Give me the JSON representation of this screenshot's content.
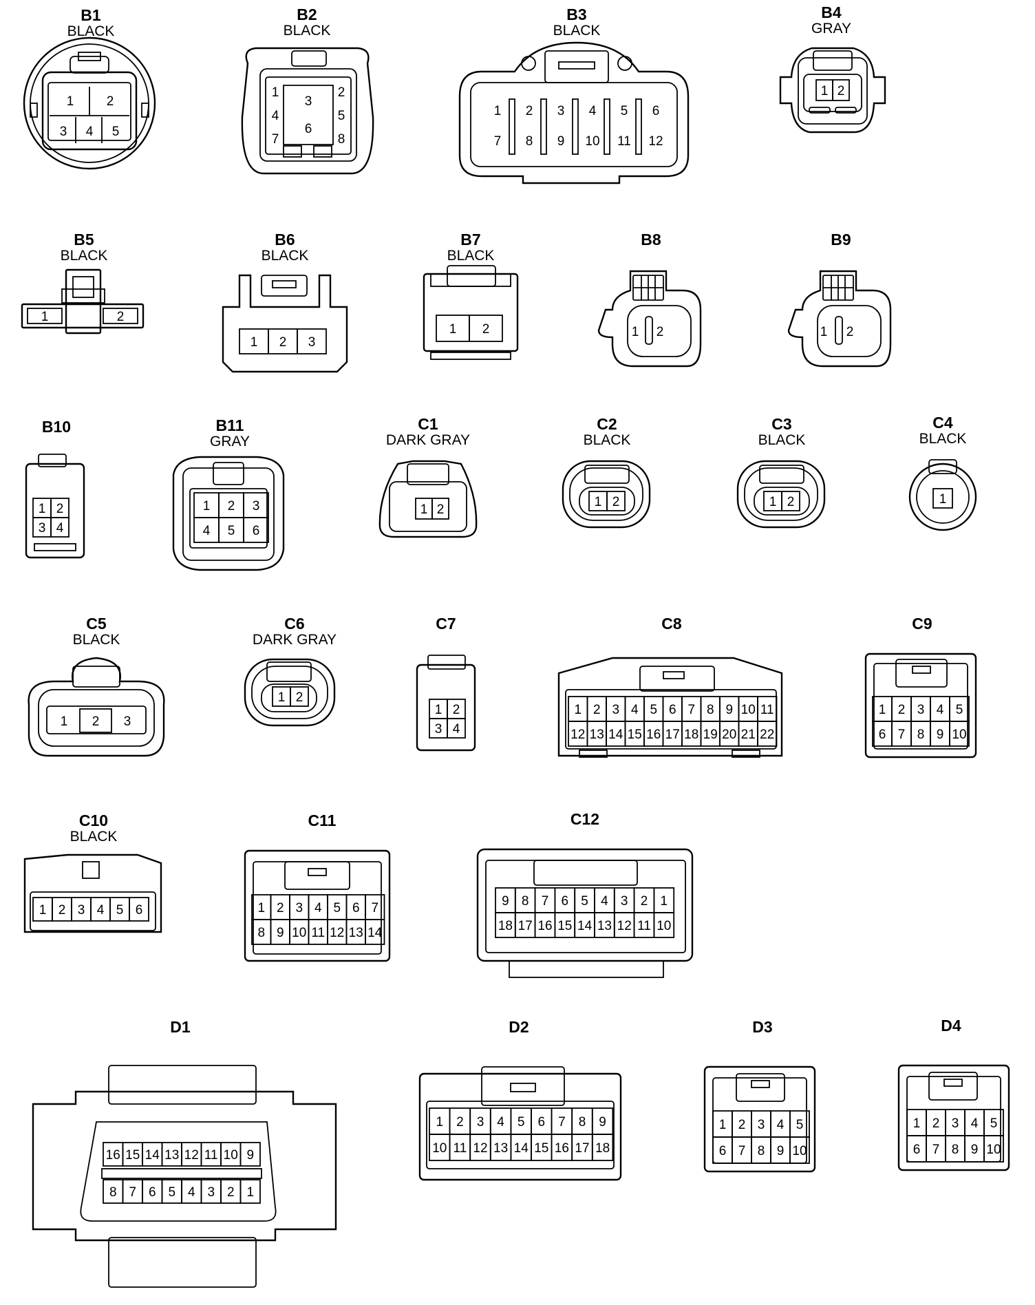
{
  "connectors": [
    {
      "id": "B1",
      "color": "BLACK",
      "rows": [
        [
          "1",
          "2"
        ],
        [
          "3",
          "4",
          "5"
        ]
      ]
    },
    {
      "id": "B2",
      "color": "BLACK",
      "rows": [
        [
          "1",
          "3",
          "2"
        ],
        [
          "4",
          "5"
        ],
        [
          "7",
          "6",
          "8"
        ]
      ]
    },
    {
      "id": "B3",
      "color": "BLACK",
      "rows": [
        [
          "1",
          "2",
          "3",
          "4",
          "5",
          "6"
        ],
        [
          "7",
          "8",
          "9",
          "10",
          "11",
          "12"
        ]
      ]
    },
    {
      "id": "B4",
      "color": "GRAY",
      "rows": [
        [
          "1",
          "2"
        ]
      ]
    },
    {
      "id": "B5",
      "color": "BLACK",
      "rows": [
        [
          "1",
          "2"
        ]
      ]
    },
    {
      "id": "B6",
      "color": "BLACK",
      "rows": [
        [
          "1",
          "2",
          "3"
        ]
      ]
    },
    {
      "id": "B7",
      "color": "BLACK",
      "rows": [
        [
          "1",
          "2"
        ]
      ]
    },
    {
      "id": "B8",
      "color": "",
      "rows": [
        [
          "1",
          "2"
        ]
      ]
    },
    {
      "id": "B9",
      "color": "",
      "rows": [
        [
          "1",
          "2"
        ]
      ]
    },
    {
      "id": "B10",
      "color": "",
      "rows": [
        [
          "1",
          "2"
        ],
        [
          "3",
          "4"
        ]
      ]
    },
    {
      "id": "B11",
      "color": "GRAY",
      "rows": [
        [
          "1",
          "2",
          "3"
        ],
        [
          "4",
          "5",
          "6"
        ]
      ]
    },
    {
      "id": "C1",
      "color": "DARK GRAY",
      "rows": [
        [
          "1",
          "2"
        ]
      ]
    },
    {
      "id": "C2",
      "color": "BLACK",
      "rows": [
        [
          "1",
          "2"
        ]
      ]
    },
    {
      "id": "C3",
      "color": "BLACK",
      "rows": [
        [
          "1",
          "2"
        ]
      ]
    },
    {
      "id": "C4",
      "color": "BLACK",
      "rows": [
        [
          "1"
        ]
      ]
    },
    {
      "id": "C5",
      "color": "BLACK",
      "rows": [
        [
          "1",
          "2",
          "3"
        ]
      ]
    },
    {
      "id": "C6",
      "color": "DARK GRAY",
      "rows": [
        [
          "1",
          "2"
        ]
      ]
    },
    {
      "id": "C7",
      "color": "",
      "rows": [
        [
          "1",
          "2"
        ],
        [
          "3",
          "4"
        ]
      ]
    },
    {
      "id": "C8",
      "color": "",
      "rows": [
        [
          "1",
          "2",
          "3",
          "4",
          "5",
          "6",
          "7",
          "8",
          "9",
          "10",
          "11"
        ],
        [
          "12",
          "13",
          "14",
          "15",
          "16",
          "17",
          "18",
          "19",
          "20",
          "21",
          "22"
        ]
      ]
    },
    {
      "id": "C9",
      "color": "",
      "rows": [
        [
          "1",
          "2",
          "3",
          "4",
          "5"
        ],
        [
          "6",
          "7",
          "8",
          "9",
          "10"
        ]
      ]
    },
    {
      "id": "C10",
      "color": "BLACK",
      "rows": [
        [
          "1",
          "2",
          "3",
          "4",
          "5",
          "6"
        ]
      ]
    },
    {
      "id": "C11",
      "color": "",
      "rows": [
        [
          "1",
          "2",
          "3",
          "4",
          "5",
          "6",
          "7"
        ],
        [
          "8",
          "9",
          "10",
          "11",
          "12",
          "13",
          "14"
        ]
      ]
    },
    {
      "id": "C12",
      "color": "",
      "rows": [
        [
          "9",
          "8",
          "7",
          "6",
          "5",
          "4",
          "3",
          "2",
          "1"
        ],
        [
          "18",
          "17",
          "16",
          "15",
          "14",
          "13",
          "12",
          "11",
          "10"
        ]
      ]
    },
    {
      "id": "D1",
      "color": "",
      "rows": [
        [
          "16",
          "15",
          "14",
          "13",
          "12",
          "11",
          "10",
          "9"
        ],
        [
          "8",
          "7",
          "6",
          "5",
          "4",
          "3",
          "2",
          "1"
        ]
      ]
    },
    {
      "id": "D2",
      "color": "",
      "rows": [
        [
          "1",
          "2",
          "3",
          "4",
          "5",
          "6",
          "7",
          "8",
          "9"
        ],
        [
          "10",
          "11",
          "12",
          "13",
          "14",
          "15",
          "16",
          "17",
          "18"
        ]
      ]
    },
    {
      "id": "D3",
      "color": "",
      "rows": [
        [
          "1",
          "2",
          "3",
          "4",
          "5"
        ],
        [
          "6",
          "7",
          "8",
          "9",
          "10"
        ]
      ]
    },
    {
      "id": "D4",
      "color": "",
      "rows": [
        [
          "1",
          "2",
          "3",
          "4",
          "5"
        ],
        [
          "6",
          "7",
          "8",
          "9",
          "10"
        ]
      ]
    }
  ]
}
